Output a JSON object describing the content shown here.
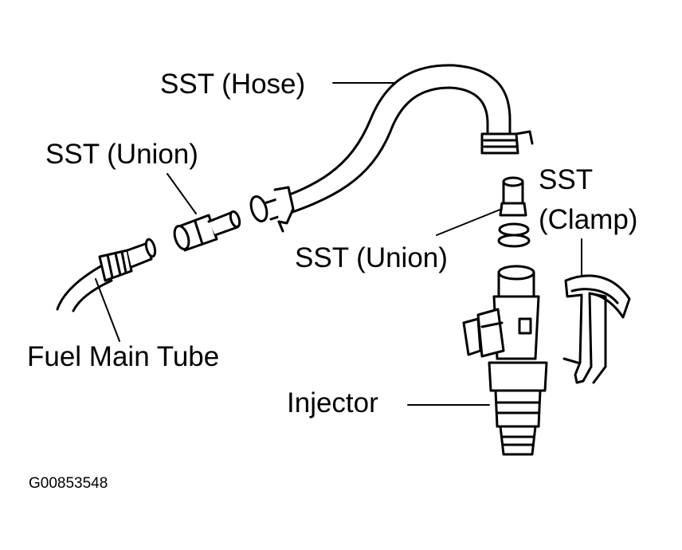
{
  "labels": {
    "hose": "SST (Hose)",
    "union_top": "SST (Union)",
    "sst": "SST",
    "clamp": "(Clamp)",
    "union_mid": "SST (Union)",
    "fuel_tube": "Fuel Main Tube",
    "injector": "Injector",
    "figure_code": "G00853548"
  },
  "colors": {
    "ink": "#000000",
    "background": "#ffffff"
  }
}
